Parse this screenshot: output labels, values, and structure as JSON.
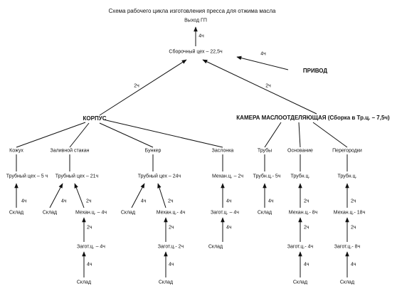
{
  "title": "Схема рабочего цикла изготовления пресса для отжима масла",
  "output": "Выход ГП",
  "assembly": "Сборочный цех – 22,5ч",
  "drive": "ПРИВОД",
  "body": "КОРПУС",
  "chamber": "КАМЕРА МАСЛООТДЕЛЯЮЩАЯ (Сборка в Тр.ц. – 7,5ч)",
  "parts": {
    "kozhuh": "Кожух",
    "stakan": "Заливной стакан",
    "bunker": "Бункер",
    "zaslonka": "Заслонка",
    "truby": "Трубы",
    "osnovanie": "Основание",
    "peregorodki": "Перегородки"
  },
  "ops": {
    "kozhuh_tube": "Трубный цех – 5 ч",
    "stakan_tube": "Трубный цех – 21ч",
    "bunker_tube": "Трубный цех – 24ч",
    "zaslonka_mech": "Механ.ц. – 2ч",
    "truby_tube": "Трубн.ц.- 5ч",
    "osn_tube": "Трубн.ц.",
    "per_tube": "Трубн.ц.",
    "stakan_mech": "Механ.ц. – 4ч",
    "bunker_mech": "Механ.ц.- 4ч",
    "zaslonka_zag": "Загот.ц. – 4ч",
    "osn_mech": "Механ.ц.- 8ч",
    "per_mech": "Механ.ц.- 18ч",
    "stakan_zag": "Загот.ц. – 4ч",
    "bunker_zag": "Загот.ц.- 2ч",
    "osn_zag": "Загот.ц.- 4ч",
    "per_zag": "Загот.ц.- 8ч"
  },
  "sklad": "Склад",
  "edges": {
    "e_out": "4ч",
    "e_drive": "4ч",
    "e_body": "2ч",
    "e_chamber": "2ч",
    "e_kozhuh_sklad": "4ч",
    "e_stakan_sklad": "4ч",
    "e_stakan_mech": "2ч",
    "e_bunker_sklad": "4ч",
    "e_bunker_mech": "2ч",
    "e_zaslonka_zag": "4ч",
    "e_truby_sklad": "4ч",
    "e_osn_mech": "2ч",
    "e_per_mech": "2ч",
    "e_stakan_zag": "2ч",
    "e_bunker_zag": "2ч",
    "e_zaslonka_sklad": "4ч",
    "e_osn_zag": "2ч",
    "e_per_zag": "2ч",
    "e_stakan_sklad2": "4ч",
    "e_bunker_sklad2": "4ч",
    "e_osn_sklad": "4ч",
    "e_per_sklad": "4ч"
  }
}
